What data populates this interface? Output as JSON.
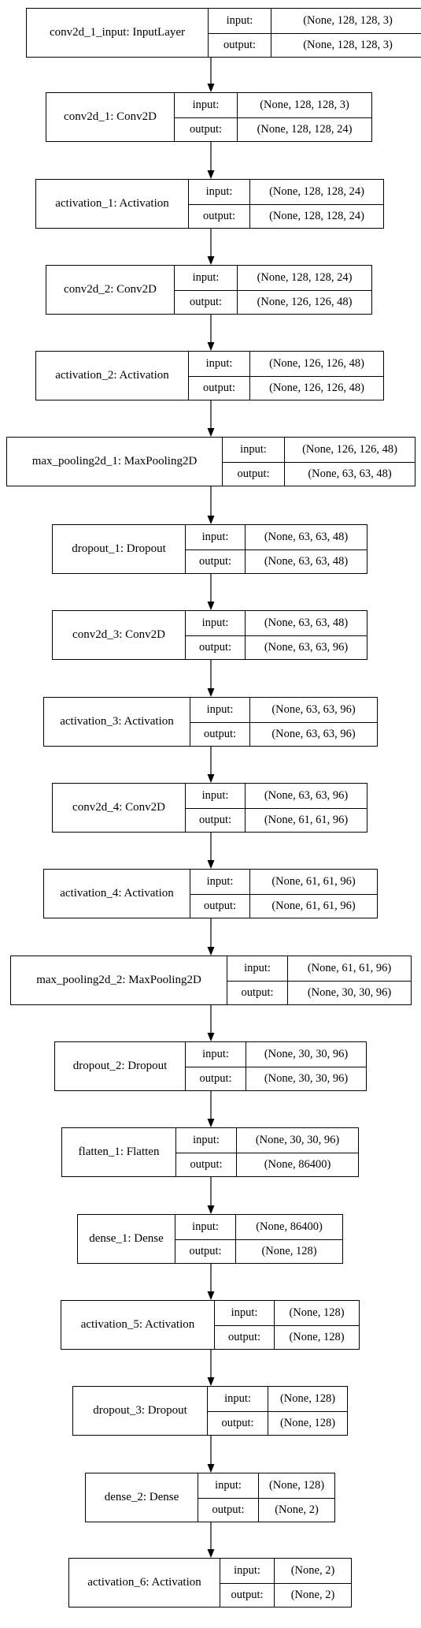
{
  "io_labels": {
    "input": "input:",
    "output": "output:"
  },
  "layers": [
    {
      "name": "conv2d_1_input: InputLayer",
      "input": "(None, 128, 128, 3)",
      "output": "(None, 128, 128, 3)"
    },
    {
      "name": "conv2d_1: Conv2D",
      "input": "(None, 128, 128, 3)",
      "output": "(None, 128, 128, 24)"
    },
    {
      "name": "activation_1: Activation",
      "input": "(None, 128, 128, 24)",
      "output": "(None, 128, 128, 24)"
    },
    {
      "name": "conv2d_2: Conv2D",
      "input": "(None, 128, 128, 24)",
      "output": "(None, 126, 126, 48)"
    },
    {
      "name": "activation_2: Activation",
      "input": "(None, 126, 126, 48)",
      "output": "(None, 126, 126, 48)"
    },
    {
      "name": "max_pooling2d_1: MaxPooling2D",
      "input": "(None, 126, 126, 48)",
      "output": "(None, 63, 63, 48)"
    },
    {
      "name": "dropout_1: Dropout",
      "input": "(None, 63, 63, 48)",
      "output": "(None, 63, 63, 48)"
    },
    {
      "name": "conv2d_3: Conv2D",
      "input": "(None, 63, 63, 48)",
      "output": "(None, 63, 63, 96)"
    },
    {
      "name": "activation_3: Activation",
      "input": "(None, 63, 63, 96)",
      "output": "(None, 63, 63, 96)"
    },
    {
      "name": "conv2d_4: Conv2D",
      "input": "(None, 63, 63, 96)",
      "output": "(None, 61, 61, 96)"
    },
    {
      "name": "activation_4: Activation",
      "input": "(None, 61, 61, 96)",
      "output": "(None, 61, 61, 96)"
    },
    {
      "name": "max_pooling2d_2: MaxPooling2D",
      "input": "(None, 61, 61, 96)",
      "output": "(None, 30, 30, 96)"
    },
    {
      "name": "dropout_2: Dropout",
      "input": "(None, 30, 30, 96)",
      "output": "(None, 30, 30, 96)"
    },
    {
      "name": "flatten_1: Flatten",
      "input": "(None, 30, 30, 96)",
      "output": "(None, 86400)"
    },
    {
      "name": "dense_1: Dense",
      "input": "(None, 86400)",
      "output": "(None, 128)"
    },
    {
      "name": "activation_5: Activation",
      "input": "(None, 128)",
      "output": "(None, 128)"
    },
    {
      "name": "dropout_3: Dropout",
      "input": "(None, 128)",
      "output": "(None, 128)"
    },
    {
      "name": "dense_2: Dense",
      "input": "(None, 128)",
      "output": "(None, 2)"
    },
    {
      "name": "activation_6: Activation",
      "input": "(None, 2)",
      "output": "(None, 2)"
    }
  ]
}
